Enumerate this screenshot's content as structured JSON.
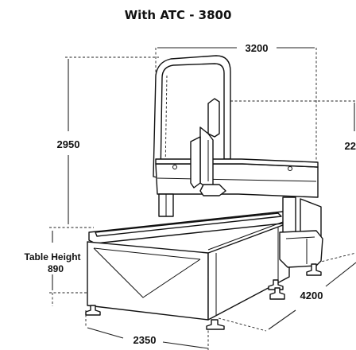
{
  "title": "With ATC - 3800",
  "dimensions": {
    "width_top": "3200",
    "height_left": "2950",
    "height_right_partial": "22",
    "table_height_label": "Table Height",
    "table_height_value": "890",
    "depth": "4200",
    "front_width": "2350"
  }
}
